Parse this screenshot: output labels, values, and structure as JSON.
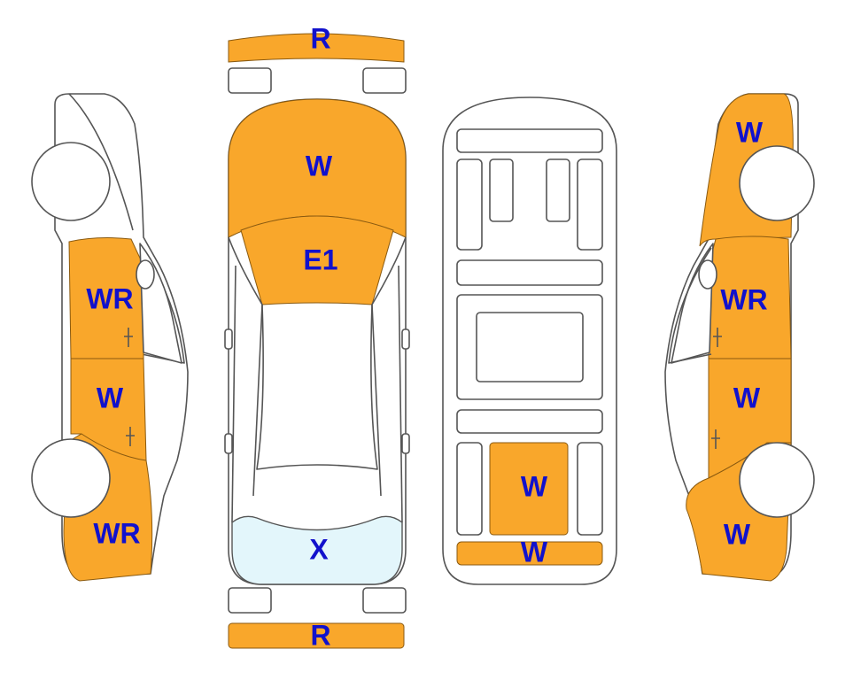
{
  "colors": {
    "damage_fill": "#F9A72B",
    "glass_fill": "#E3F6FB",
    "label_color": "#1111CC",
    "outline": "#555555"
  },
  "views": {
    "left_side": {
      "labels": {
        "front_door": "WR",
        "rear_door": "W",
        "rear_quarter": "WR"
      }
    },
    "top": {
      "labels": {
        "front_bumper": "R",
        "hood": "W",
        "windshield": "E1",
        "rear_glass": "X",
        "rear_bumper": "R"
      }
    },
    "underside": {
      "labels": {
        "trunk_floor": "W",
        "rear_panel": "W"
      }
    },
    "right_side": {
      "labels": {
        "front_fender": "W",
        "front_door": "WR",
        "rear_door": "W",
        "rear_quarter": "W"
      }
    }
  }
}
